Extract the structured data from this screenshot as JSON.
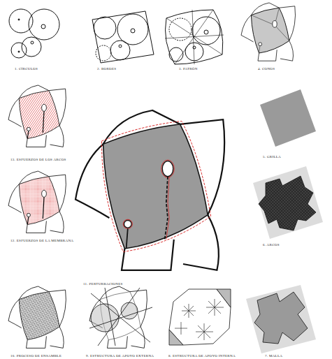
{
  "diagram": {
    "labels": [
      "1. CÍRCULOS",
      "2. BORDES",
      "3. PATRÓN",
      "4. CONOS",
      "5. GRILLA",
      "6. ARCOS",
      "7. MALLA",
      "8. ESTRUCTURA DE APOYO INTERNA",
      "9. ESTRUCTURA DE APOYO EXTERNA",
      "10. PROCESO DE ENSAMBLE",
      "11. PERTURBACIONES",
      "12. ESFUERZOS DE LA MEMBRANA",
      "13. ESFUERZOS DE LOS ARCOS"
    ]
  }
}
